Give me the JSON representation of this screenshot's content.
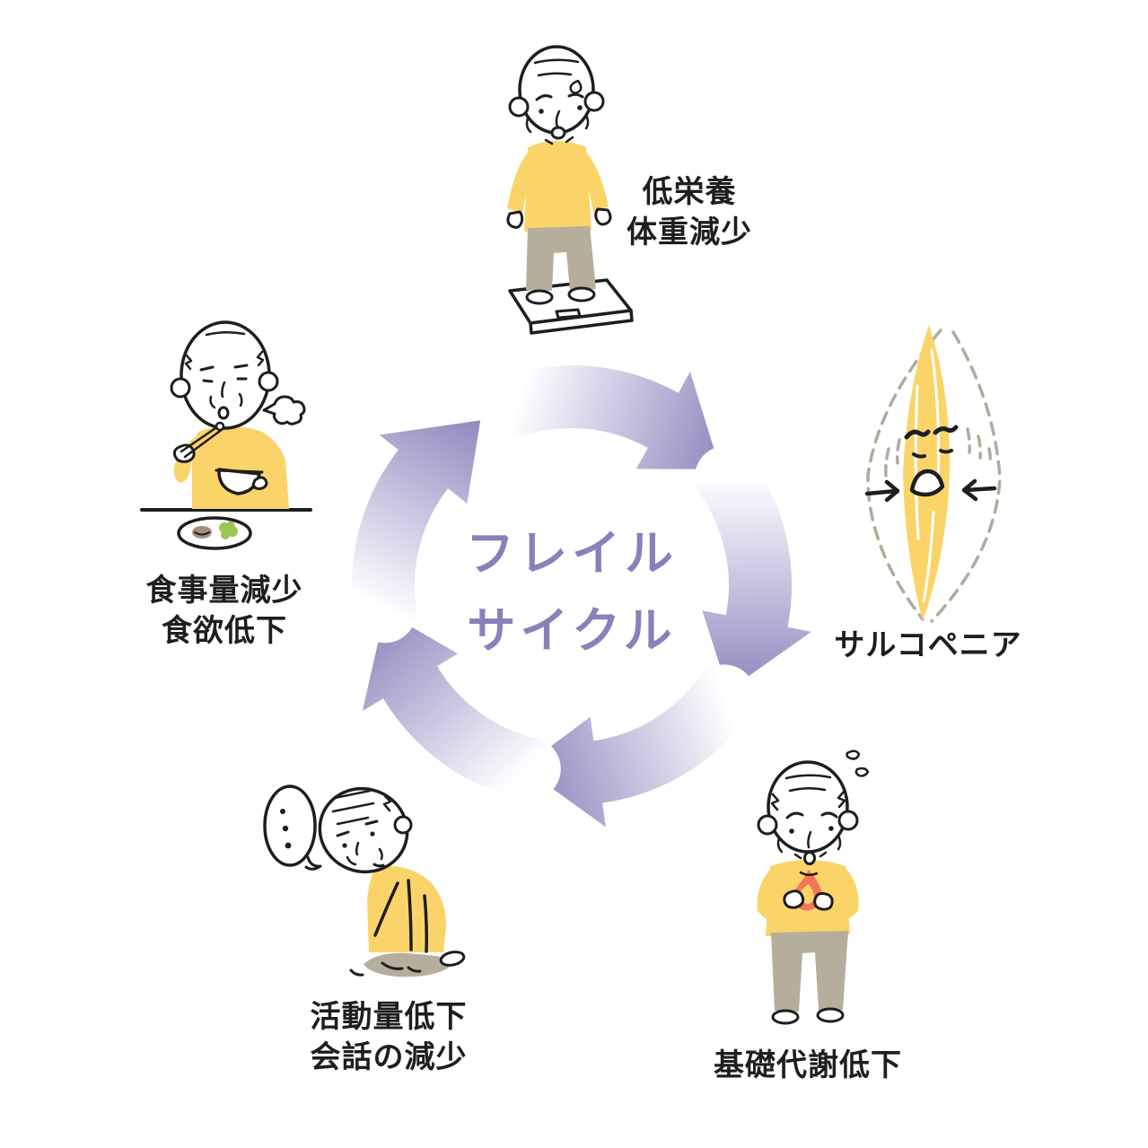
{
  "title": {
    "line1": "フレイル",
    "line2": "サイクル"
  },
  "cycle": {
    "direction": "clockwise",
    "steps": [
      {
        "id": "low-nutrition",
        "position": "top",
        "label_lines": [
          "低栄養",
          "体重減少"
        ],
        "illustration": "elderly-man-on-weight-scale"
      },
      {
        "id": "sarcopenia",
        "position": "right",
        "label_lines": [
          "サルコペニア"
        ],
        "illustration": "shrinking-muscle-with-sad-face"
      },
      {
        "id": "basal-metabolism",
        "position": "bottom-right",
        "label_lines": [
          "基礎代謝低下"
        ],
        "illustration": "elderly-man-with-flame-on-stomach"
      },
      {
        "id": "low-activity",
        "position": "bottom-left",
        "label_lines": [
          "活動量低下",
          "会話の減少"
        ],
        "illustration": "elderly-man-slumped-with-silent-speech-bubble",
        "speech_bubble_text": "…"
      },
      {
        "id": "low-appetite",
        "position": "left",
        "label_lines": [
          "食事量減少",
          "食欲低下"
        ],
        "illustration": "elderly-man-eating-small-meal"
      }
    ]
  },
  "colors": {
    "background": "#ffffff",
    "arrow_purple": "#9287be",
    "title_purple": "#8b80b9",
    "ink": "#1e1e1e",
    "sweater_yellow": "#fbd469",
    "pants_gray": "#b6ae9c",
    "flame_orange": "#f4755a",
    "broccoli_green": "#9ac654",
    "food_brown": "#a58f7d",
    "muscle_dash_gray": "#b2ab9d"
  }
}
